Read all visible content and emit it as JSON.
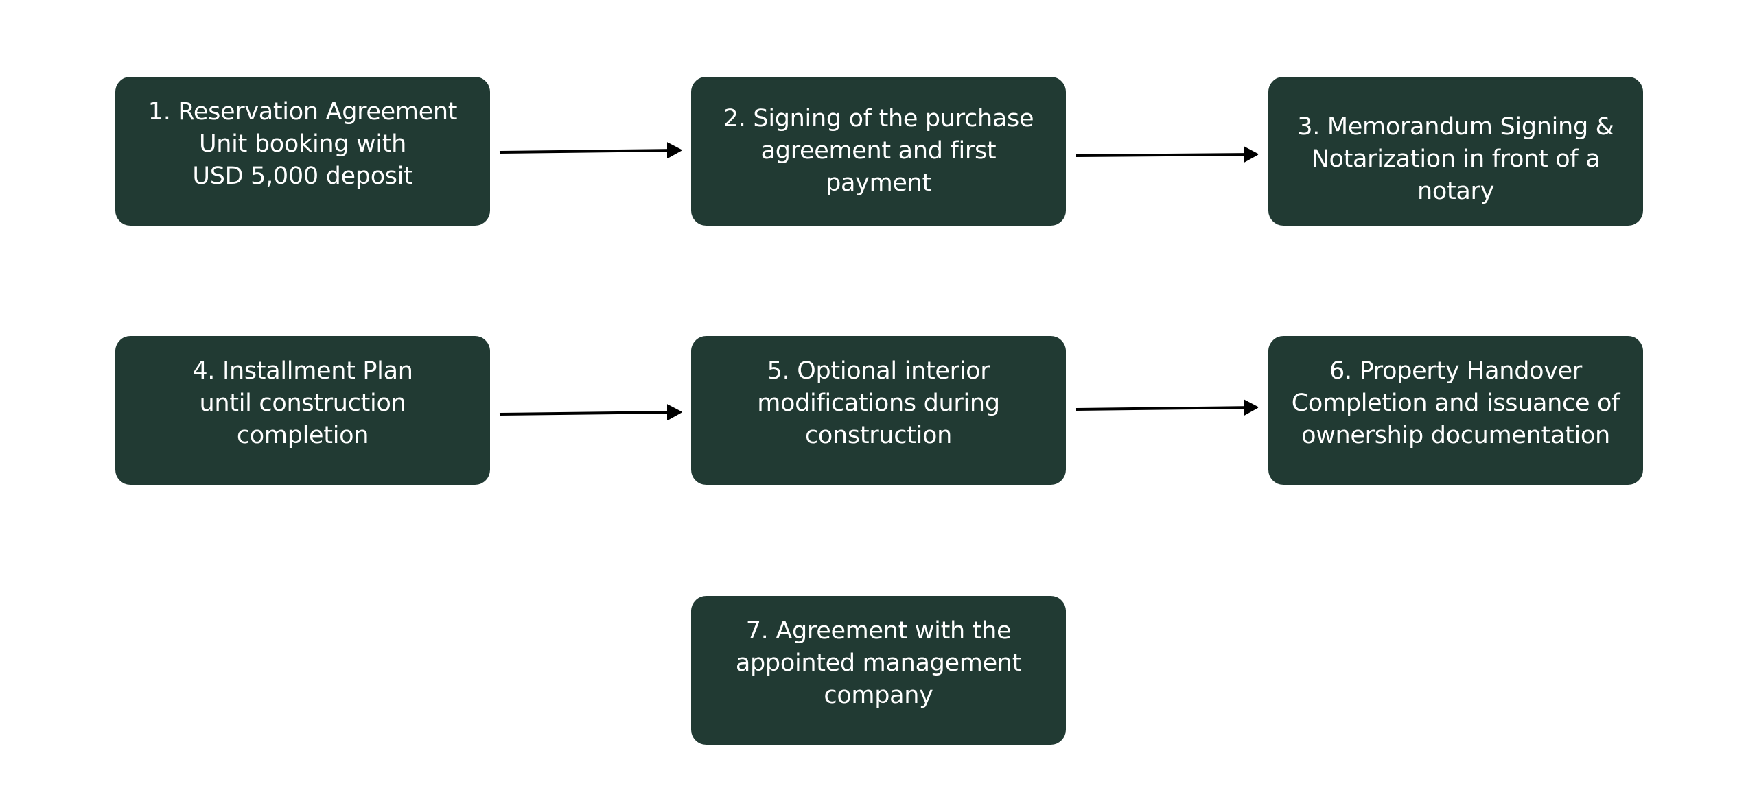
{
  "diagram": {
    "type": "process-flow",
    "colors": {
      "box_fill": "#213a33",
      "box_text": "#ffffff",
      "arrow": "#000000",
      "background": "#ffffff"
    },
    "steps": [
      {
        "id": 1,
        "label": "1. Reservation Agreement\nUnit booking with\nUSD 5,000 deposit"
      },
      {
        "id": 2,
        "label": "2. Signing of the purchase\nagreement and first\npayment"
      },
      {
        "id": 3,
        "label": "3. Memorandum Signing &\nNotarization in front of a\nnotary"
      },
      {
        "id": 4,
        "label": "4. Installment Plan\nuntil construction\ncompletion"
      },
      {
        "id": 5,
        "label": "5. Optional interior\nmodifications during\nconstruction"
      },
      {
        "id": 6,
        "label": "6. Property Handover\nCompletion and issuance of\nownership documentation"
      },
      {
        "id": 7,
        "label": "7.  Agreement with the\nappointed management\ncompany"
      }
    ],
    "connections": [
      {
        "from": 1,
        "to": 2
      },
      {
        "from": 2,
        "to": 3
      },
      {
        "from": 4,
        "to": 5
      },
      {
        "from": 5,
        "to": 6
      }
    ]
  }
}
